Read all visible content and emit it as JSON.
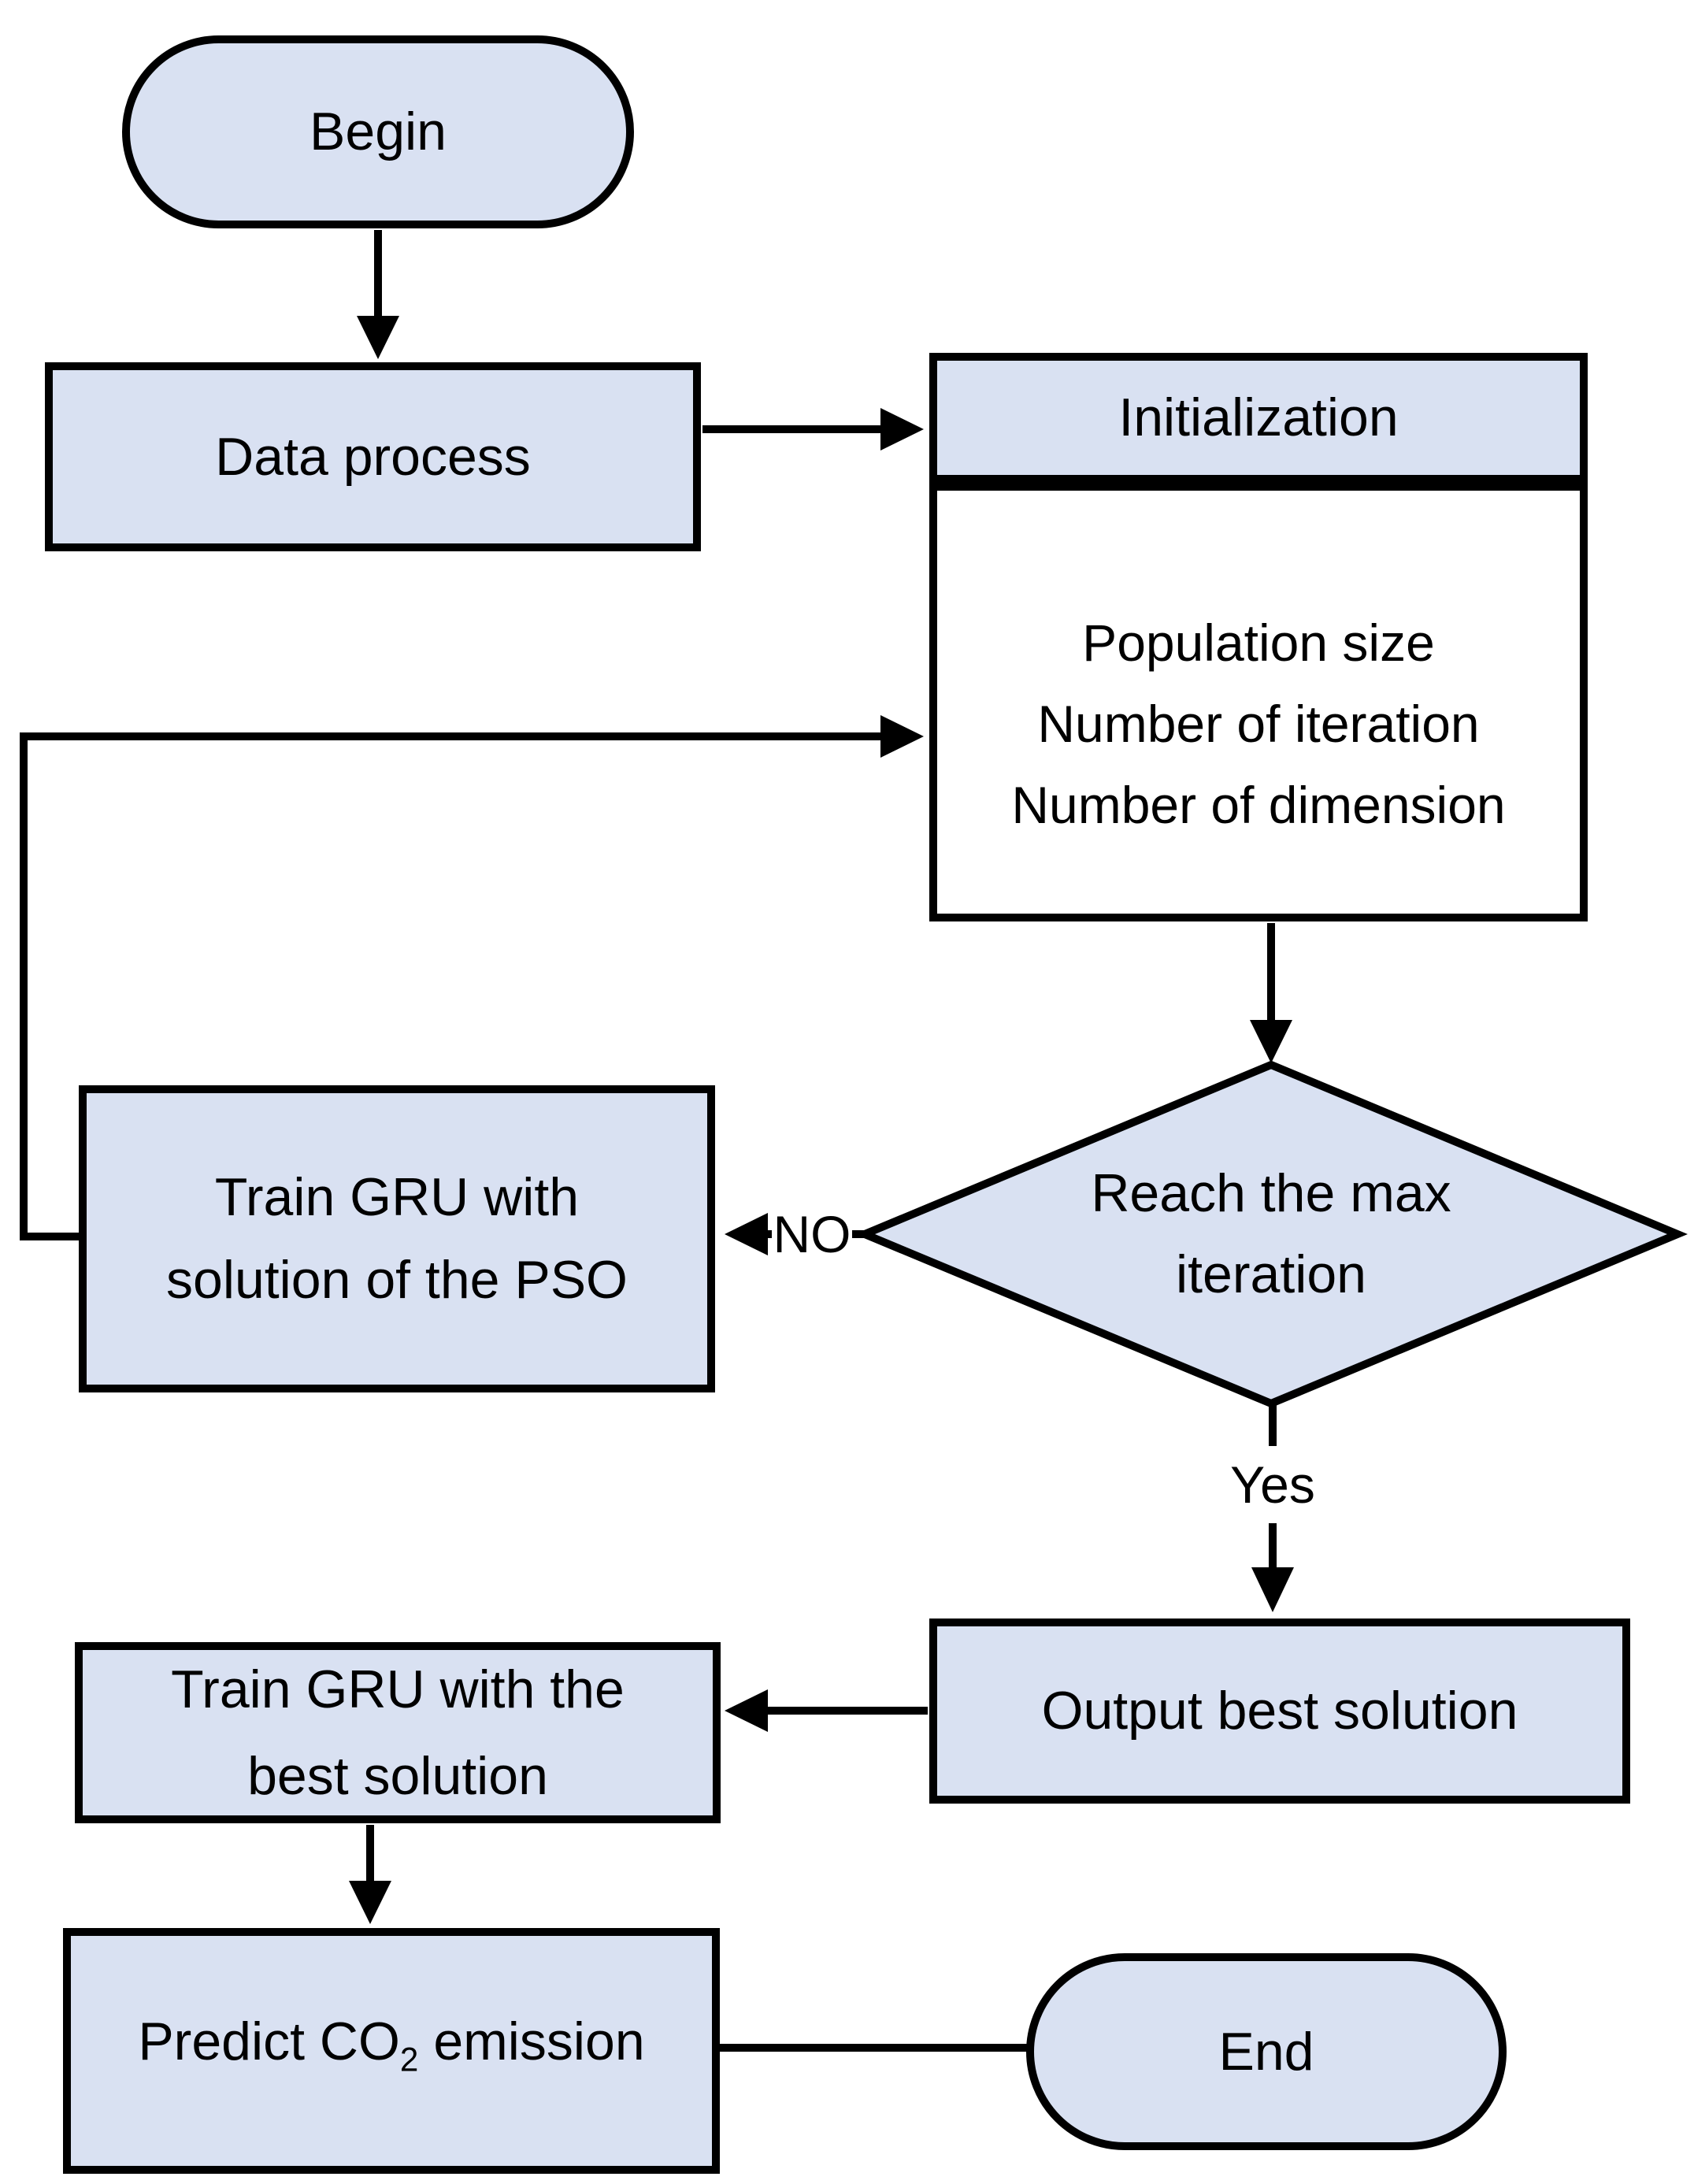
{
  "colors": {
    "node_fill": "#d9e1f2",
    "params_fill": "#ffffff",
    "stroke": "#000000",
    "text": "#000000",
    "background": "#ffffff"
  },
  "nodes": {
    "begin": {
      "label": "Begin"
    },
    "data_process": {
      "label": "Data process"
    },
    "initialization": {
      "label": "Initialization"
    },
    "parameters": {
      "lines": [
        "Population size",
        "Number of iteration",
        "Number of dimension"
      ]
    },
    "decision": {
      "lines": [
        "Reach the max",
        "iteration"
      ]
    },
    "train_pso": {
      "lines": [
        "Train GRU with",
        "solution of the PSO"
      ]
    },
    "output_best": {
      "label": "Output best solution"
    },
    "train_best": {
      "lines": [
        "Train GRU with the",
        "best solution"
      ]
    },
    "predict": {
      "prefix": "Predict CO",
      "subscript": "2",
      "suffix": "emission"
    },
    "end": {
      "label": "End"
    }
  },
  "edges": {
    "no_label": "NO",
    "yes_label": "Yes"
  }
}
